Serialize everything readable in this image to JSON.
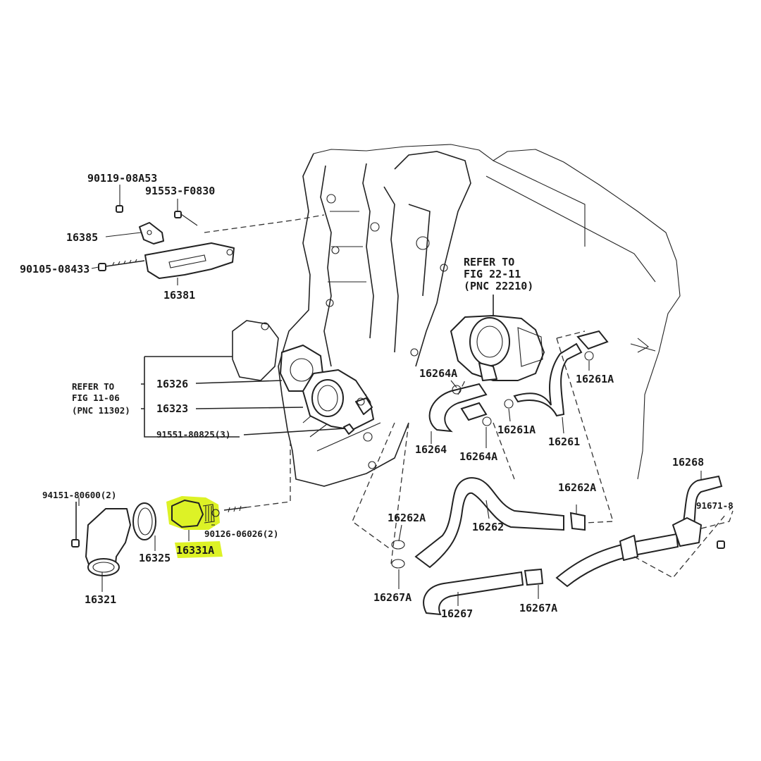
{
  "labels": {
    "p_90119": "90119-08A53",
    "p_91553": "91553-F0830",
    "p_16385": "16385",
    "p_90105": "90105-08433",
    "p_16381": "16381",
    "refer_fig_22_l1": "REFER TO",
    "refer_fig_22_l2": "FIG 22-11",
    "refer_fig_22_l3": "(PNC 22210)",
    "refer_fig_11_l1": "REFER TO",
    "refer_fig_11_l2": "FIG 11-06",
    "refer_fig_11_l3": "(PNC 11302)",
    "p_16326": "16326",
    "p_16323": "16323",
    "p_91551": "91551-80825(3)",
    "p_16264A_top": "16264A",
    "p_16261A_top": "16261A",
    "p_16264": "16264",
    "p_16264A_bot": "16264A",
    "p_16261A_mid": "16261A",
    "p_16261": "16261",
    "p_16268": "16268",
    "p_94151": "94151-80600(2)",
    "p_16331A": "16331A",
    "p_90126": "90126-06026(2)",
    "p_16325": "16325",
    "p_16321": "16321",
    "p_16262A_left": "16262A",
    "p_16262": "16262",
    "p_16262A_right": "16262A",
    "p_91671": "91671-8",
    "p_16267A_left": "16267A",
    "p_16267": "16267",
    "p_16267A_right": "16267A"
  },
  "colors": {
    "highlight": "#d7f000",
    "ink": "#222222",
    "background": "#ffffff"
  },
  "highlighted_part": "16331A"
}
